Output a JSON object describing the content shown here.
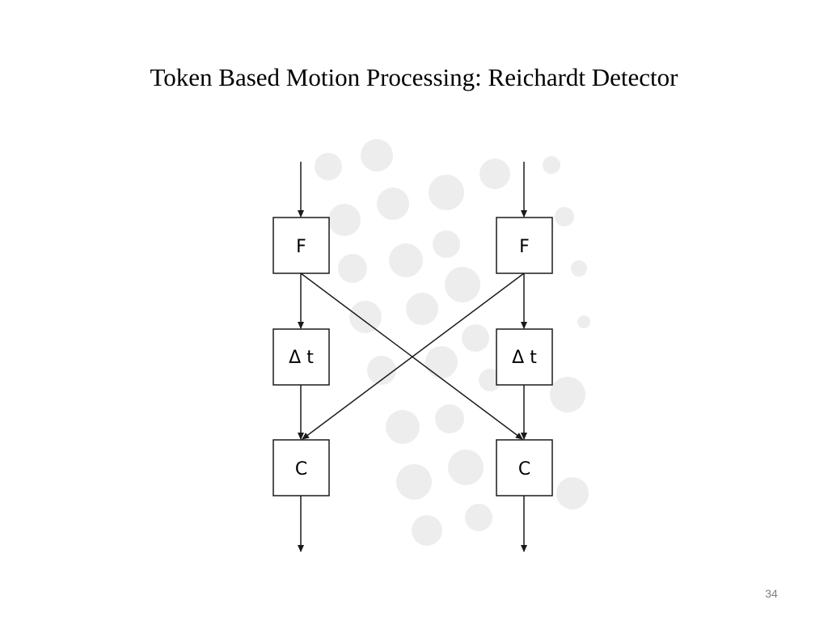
{
  "slide": {
    "title": "Token Based Motion Processing: Reichardt Detector",
    "page_number": "34"
  },
  "diagram": {
    "left_channel": {
      "filter_label": "F",
      "delay_label": "Δ t",
      "correlator_label": "C"
    },
    "right_channel": {
      "filter_label": "F",
      "delay_label": "Δ t",
      "correlator_label": "C"
    },
    "colors": {
      "stroke": "#1a1a1a",
      "box_fill": "#ffffff",
      "background_dots": "#ededed"
    }
  }
}
